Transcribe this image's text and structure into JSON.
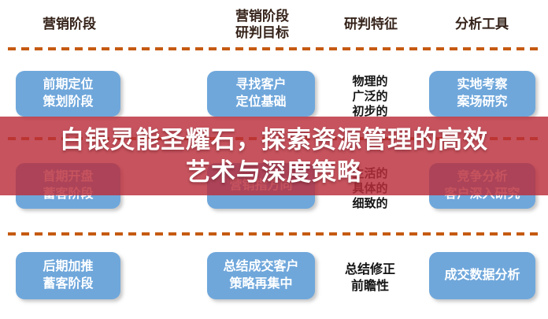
{
  "banner": {
    "title_line1": "白银灵能圣耀石，探索资源管理的高效",
    "title_line2": "艺术与深度策略"
  },
  "table": {
    "headers": [
      "营销阶段",
      "营销阶段\n研判目标",
      "研判特征",
      "分析工具"
    ],
    "rows": [
      {
        "stage": "前期定位\n策划阶段",
        "goal": "寻找客户\n定位基础",
        "features": "物理的\n广泛的\n初步的",
        "tool": "实地考察\n案场研究"
      },
      {
        "stage": "首期开盘\n蓄客阶段",
        "goal": "营销指方向",
        "features": "生活的\n具体的\n细致的",
        "tool": "竞争分析\n客户深入研究"
      },
      {
        "stage": "后期加推\n蓄客阶段",
        "goal": "总结成交客户\n策略再集中",
        "features": "总结修正\n前瞻性",
        "tool": "成交数据分析"
      }
    ]
  },
  "colors": {
    "box_blue": "#6fa7db",
    "banner_red": "#b92d3a",
    "dash_orange": "#c55a11",
    "header_text": "#35231a",
    "box_text": "#ffffff",
    "feature_text": "#141414"
  }
}
